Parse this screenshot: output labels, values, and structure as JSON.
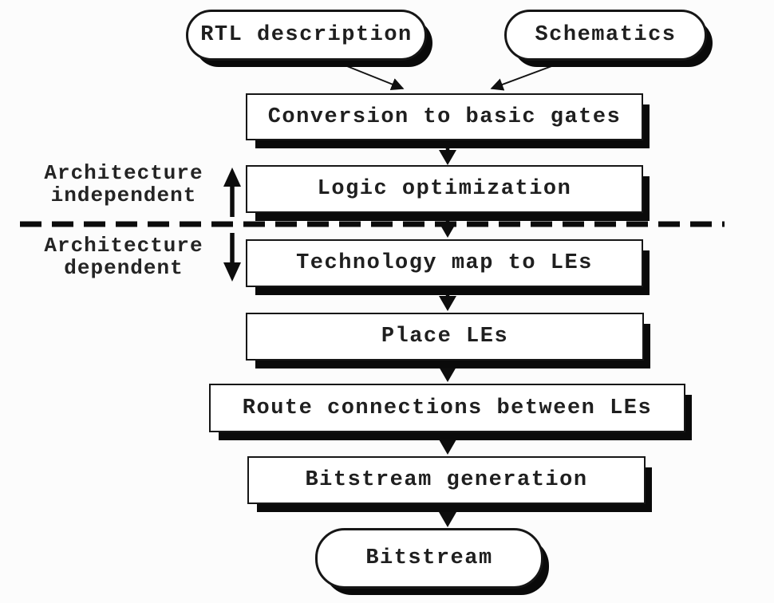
{
  "diagram": {
    "type": "flowchart",
    "colors": {
      "background": "#fcfcfc",
      "node_fill": "#ffffff",
      "ink": "#141414"
    },
    "sources": [
      {
        "label": "RTL description"
      },
      {
        "label": "Schematics"
      }
    ],
    "steps": [
      {
        "label": "Conversion to basic gates"
      },
      {
        "label": "Logic optimization"
      },
      {
        "label": "Technology map to LEs"
      },
      {
        "label": "Place LEs"
      },
      {
        "label": "Route connections between LEs"
      },
      {
        "label": "Bitstream generation"
      }
    ],
    "terminal": {
      "label": "Bitstream"
    },
    "regions": {
      "independent": {
        "line1": "Architecture",
        "line2": "independent"
      },
      "dependent": {
        "line1": "Architecture",
        "line2": "dependent"
      }
    }
  }
}
